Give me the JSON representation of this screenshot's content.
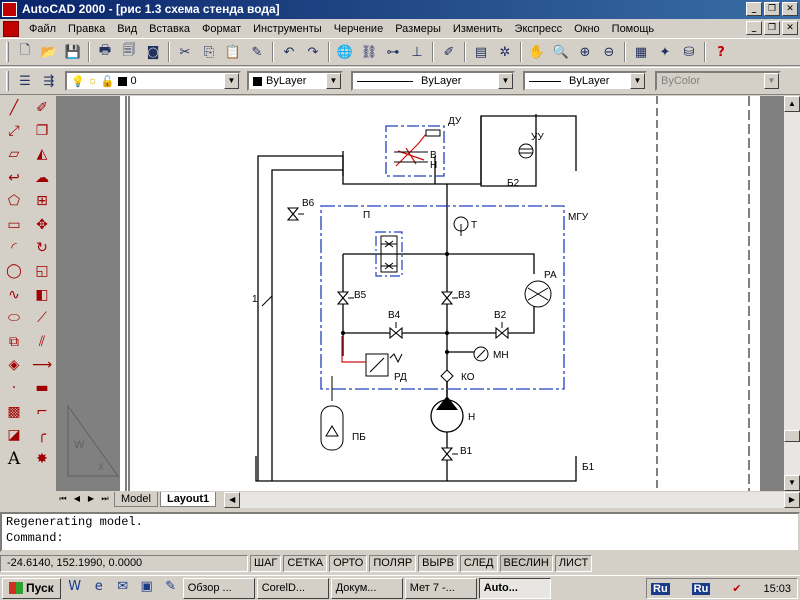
{
  "app": {
    "title": "AutoCAD 2000 - [рис 1.3 схема стенда вода]"
  },
  "window_buttons": {
    "minimize": "_",
    "restore": "❐",
    "close": "✕"
  },
  "menu": [
    "Файл",
    "Правка",
    "Вид",
    "Вставка",
    "Формат",
    "Инструменты",
    "Черчение",
    "Размеры",
    "Изменить",
    "Экспресс",
    "Окно",
    "Помощь"
  ],
  "properties": {
    "layer": "0",
    "color": "ByLayer",
    "linetype": "ByLayer",
    "lineweight": "ByLayer",
    "plotstyle": "ByColor"
  },
  "drawing": {
    "labels": {
      "du": "ДУ",
      "v_upper": "В",
      "n_upper": "Н",
      "uu": "УУ",
      "b2_tank": "Б2",
      "v6": "В6",
      "p_filter": "П",
      "t_sensor": "Т",
      "mgu": "МГУ",
      "ra": "РА",
      "line_1": "1",
      "v5": "В5",
      "v3": "В3",
      "v4": "В4",
      "v2": "В2",
      "mn": "МН",
      "rd": "РД",
      "ko": "КО",
      "pump_n": "Н",
      "pb": "ПБ",
      "v1": "В1",
      "b1_tank": "Б1"
    }
  },
  "tabs": {
    "model": "Model",
    "layout": "Layout1"
  },
  "command": {
    "history": "Regenerating model.",
    "prompt": "Command:"
  },
  "status": {
    "coords": "-24.6140, 152.1990, 0.0000",
    "buttons": [
      "ШАГ",
      "СЕТКА",
      "ОРТО",
      "ПОЛЯР",
      "ВЫРВ",
      "СЛЕД",
      "ВЕСЛИН",
      "ЛИСТ"
    ]
  },
  "taskbar": {
    "start": "Пуск",
    "tasks": [
      "Обзор ...",
      "CorelD...",
      "Докум...",
      "Мет 7 -...",
      "Auto..."
    ],
    "tray_lang1": "Ru",
    "tray_lang2": "Ru",
    "time": "15:03"
  }
}
